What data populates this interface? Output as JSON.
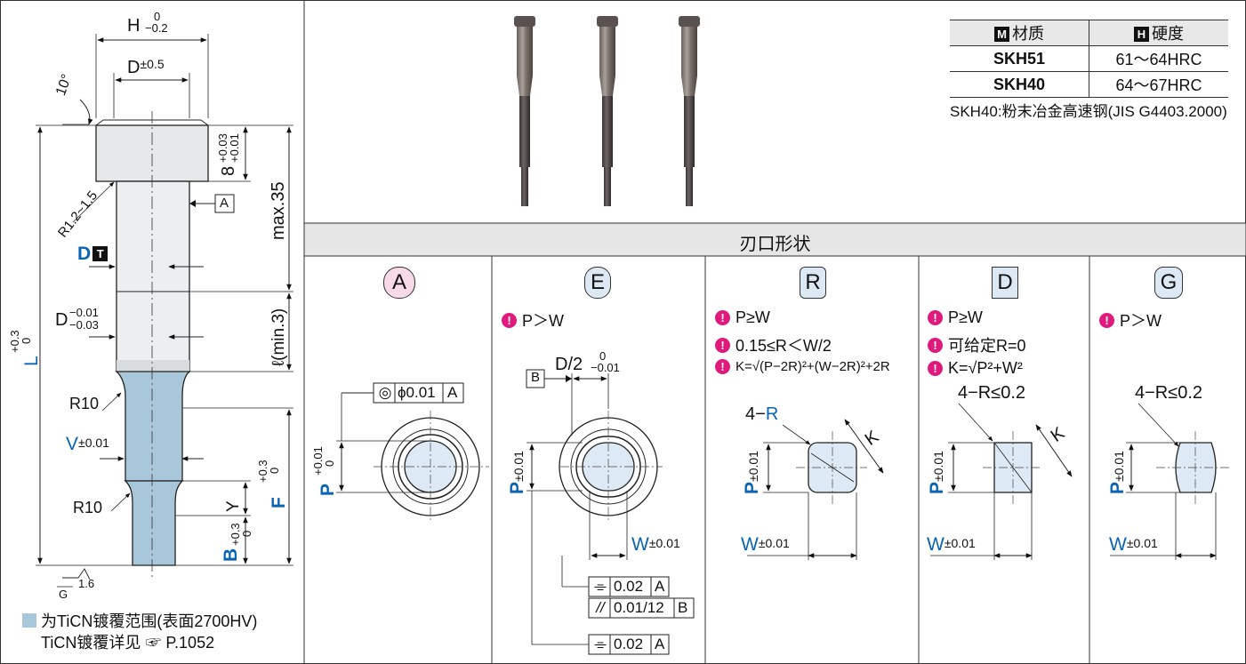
{
  "drawing": {
    "H_label": "H",
    "H_tol_top": "0",
    "H_tol_bot": "−0.2",
    "D_head_label": "D",
    "D_head_tol": "±0.5",
    "angle_label": "10°",
    "R_fillet_label": "R1.2~1.5",
    "ref_A": "A",
    "head_height_label": "8",
    "head_height_tol_top": "+0.03",
    "head_height_tol_bot": "+0.01",
    "max_label": "max.35",
    "D_T_label": "D",
    "D_T_badge": "T",
    "D_tol_label": "D",
    "D_tol_top": "−0.01",
    "D_tol_bot": "−0.03",
    "L_label": "L",
    "L_tol_top": "+0.3",
    "L_tol_bot": "0",
    "l_min_label": "ℓ(min.3)",
    "R10_a": "R10",
    "V_label": "V",
    "V_tol": "±0.01",
    "R10_b": "R10",
    "Y_label": "Y",
    "F_label": "F",
    "F_tol_top": "+0.3",
    "F_tol_bot": "0",
    "B_label": "B",
    "B_tol_top": "+0.3",
    "B_tol_bot": "0",
    "roughness": "1.6",
    "datum_G": "G",
    "legend_line1": "为TiCN镀覆范围(表面2700HV)",
    "legend_line2": "TiCN镀覆详见",
    "legend_ref": "P.1052",
    "coating_color": "#a9c7da"
  },
  "materials": {
    "head_material": "材质",
    "head_material_badge": "M",
    "head_hardness": "硬度",
    "head_hardness_badge": "H",
    "rows": [
      {
        "material": "SKH51",
        "hardness": "61～64HRC"
      },
      {
        "material": "SKH40",
        "hardness": "64～67HRC"
      }
    ],
    "note": "SKH40:粉末冶金高速钢(JIS G4403.2000)"
  },
  "section_title": "刃口形状",
  "shapes": [
    {
      "letter": "A",
      "bg": "#f8d9e6",
      "notes": []
    },
    {
      "letter": "E",
      "bg": "#dce9f5",
      "notes": [
        "P＞W"
      ]
    },
    {
      "letter": "R",
      "bg": "#dce9f5",
      "notes": [
        "P≥W",
        "0.15≤R＜W/2",
        "K=√(P−2R)²+(W−2R)²+2R"
      ]
    },
    {
      "letter": "D",
      "bg": "#dce9f5",
      "notes": [
        "P≥W",
        "可给定R=0",
        "K=√P²+W²"
      ]
    },
    {
      "letter": "G",
      "bg": "#dce9f5",
      "notes": [
        "P＞W"
      ]
    }
  ],
  "shape_A": {
    "tol_symbol": "◎",
    "tol_value": "ϕ0.01",
    "tol_datum": "A",
    "P_label": "P",
    "P_tol_top": "+0.01",
    "P_tol_bot": "0"
  },
  "shape_E": {
    "D2_label": "D/2",
    "D2_tol_top": "0",
    "D2_tol_bot": "−0.01",
    "datum": "B",
    "P_label": "P",
    "P_tol": "±0.01",
    "W_label": "W",
    "W_tol": "±0.01",
    "fcf1_sym": "⌯",
    "fcf1_val": "0.02",
    "fcf1_datum": "A",
    "fcf2_sym": "//",
    "fcf2_val": "0.01/12",
    "fcf2_datum": "B",
    "fcf3_sym": "⌯",
    "fcf3_val": "0.02",
    "fcf3_datum": "A"
  },
  "shape_R": {
    "R_label": "4−",
    "R_sym": "R",
    "K_label": "K",
    "P_label": "P",
    "P_tol": "±0.01",
    "W_label": "W",
    "W_tol": "±0.01"
  },
  "shape_D": {
    "R_label": "4−R≤0.2",
    "K_label": "K",
    "P_label": "P",
    "P_tol": "±0.01",
    "W_label": "W",
    "W_tol": "±0.01"
  },
  "shape_G": {
    "R_label": "4−R≤0.2",
    "P_label": "P",
    "P_tol": "±0.01",
    "W_label": "W",
    "W_tol": "±0.01"
  }
}
